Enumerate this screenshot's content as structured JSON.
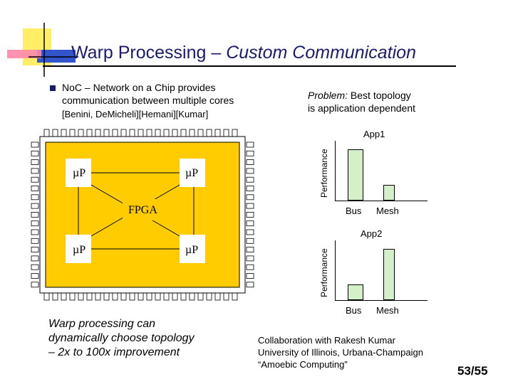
{
  "slide": {
    "title_main": "Warp Processing – ",
    "title_italic": "Custom Communication",
    "bullet_text_line1": "NoC – Network on a Chip provides",
    "bullet_text_line2": "communication between multiple cores",
    "citation": "[Benini, DeMicheli][Hemani][Kumar]",
    "problem_italic": "Problem:",
    "problem_rest": " Best topology",
    "problem_line2": "is application dependent",
    "warp_line1": "Warp processing can",
    "warp_line2": "dynamically choose topology",
    "warp_line3": "– 2x to 100x improvement",
    "collab_line1": "Collaboration with Rakesh Kumar",
    "collab_line2": "University of Illinois, Urbana-Champaign",
    "collab_line3": "“Amoebic Computing”",
    "page_number": "53/55"
  },
  "chip": {
    "core_label": "µP",
    "fpga_label": "FPGA"
  },
  "charts": [
    {
      "title": "App1",
      "ylabel": "Performance",
      "categories": [
        "Bus",
        "Mesh"
      ],
      "values": [
        1.0,
        0.3
      ],
      "fill": "#d4f0c8"
    },
    {
      "title": "App2",
      "ylabel": "Performance",
      "categories": [
        "Bus",
        "Mesh"
      ],
      "values": [
        0.3,
        1.0
      ],
      "fill": "#d4f0c8"
    }
  ],
  "chart_data": [
    {
      "type": "bar",
      "title": "App1",
      "ylabel": "Performance",
      "categories": [
        "Bus",
        "Mesh"
      ],
      "values": [
        1.0,
        0.3
      ]
    },
    {
      "type": "bar",
      "title": "App2",
      "ylabel": "Performance",
      "categories": [
        "Bus",
        "Mesh"
      ],
      "values": [
        0.3,
        1.0
      ]
    }
  ],
  "colors": {
    "title": "#1a1a6e",
    "chip_fill": "#ffcc00",
    "deco_yellow": "#ffee66",
    "deco_blue": "#3355cc",
    "deco_pink": "#ff6699",
    "bar_fill": "#d4f0c8"
  }
}
